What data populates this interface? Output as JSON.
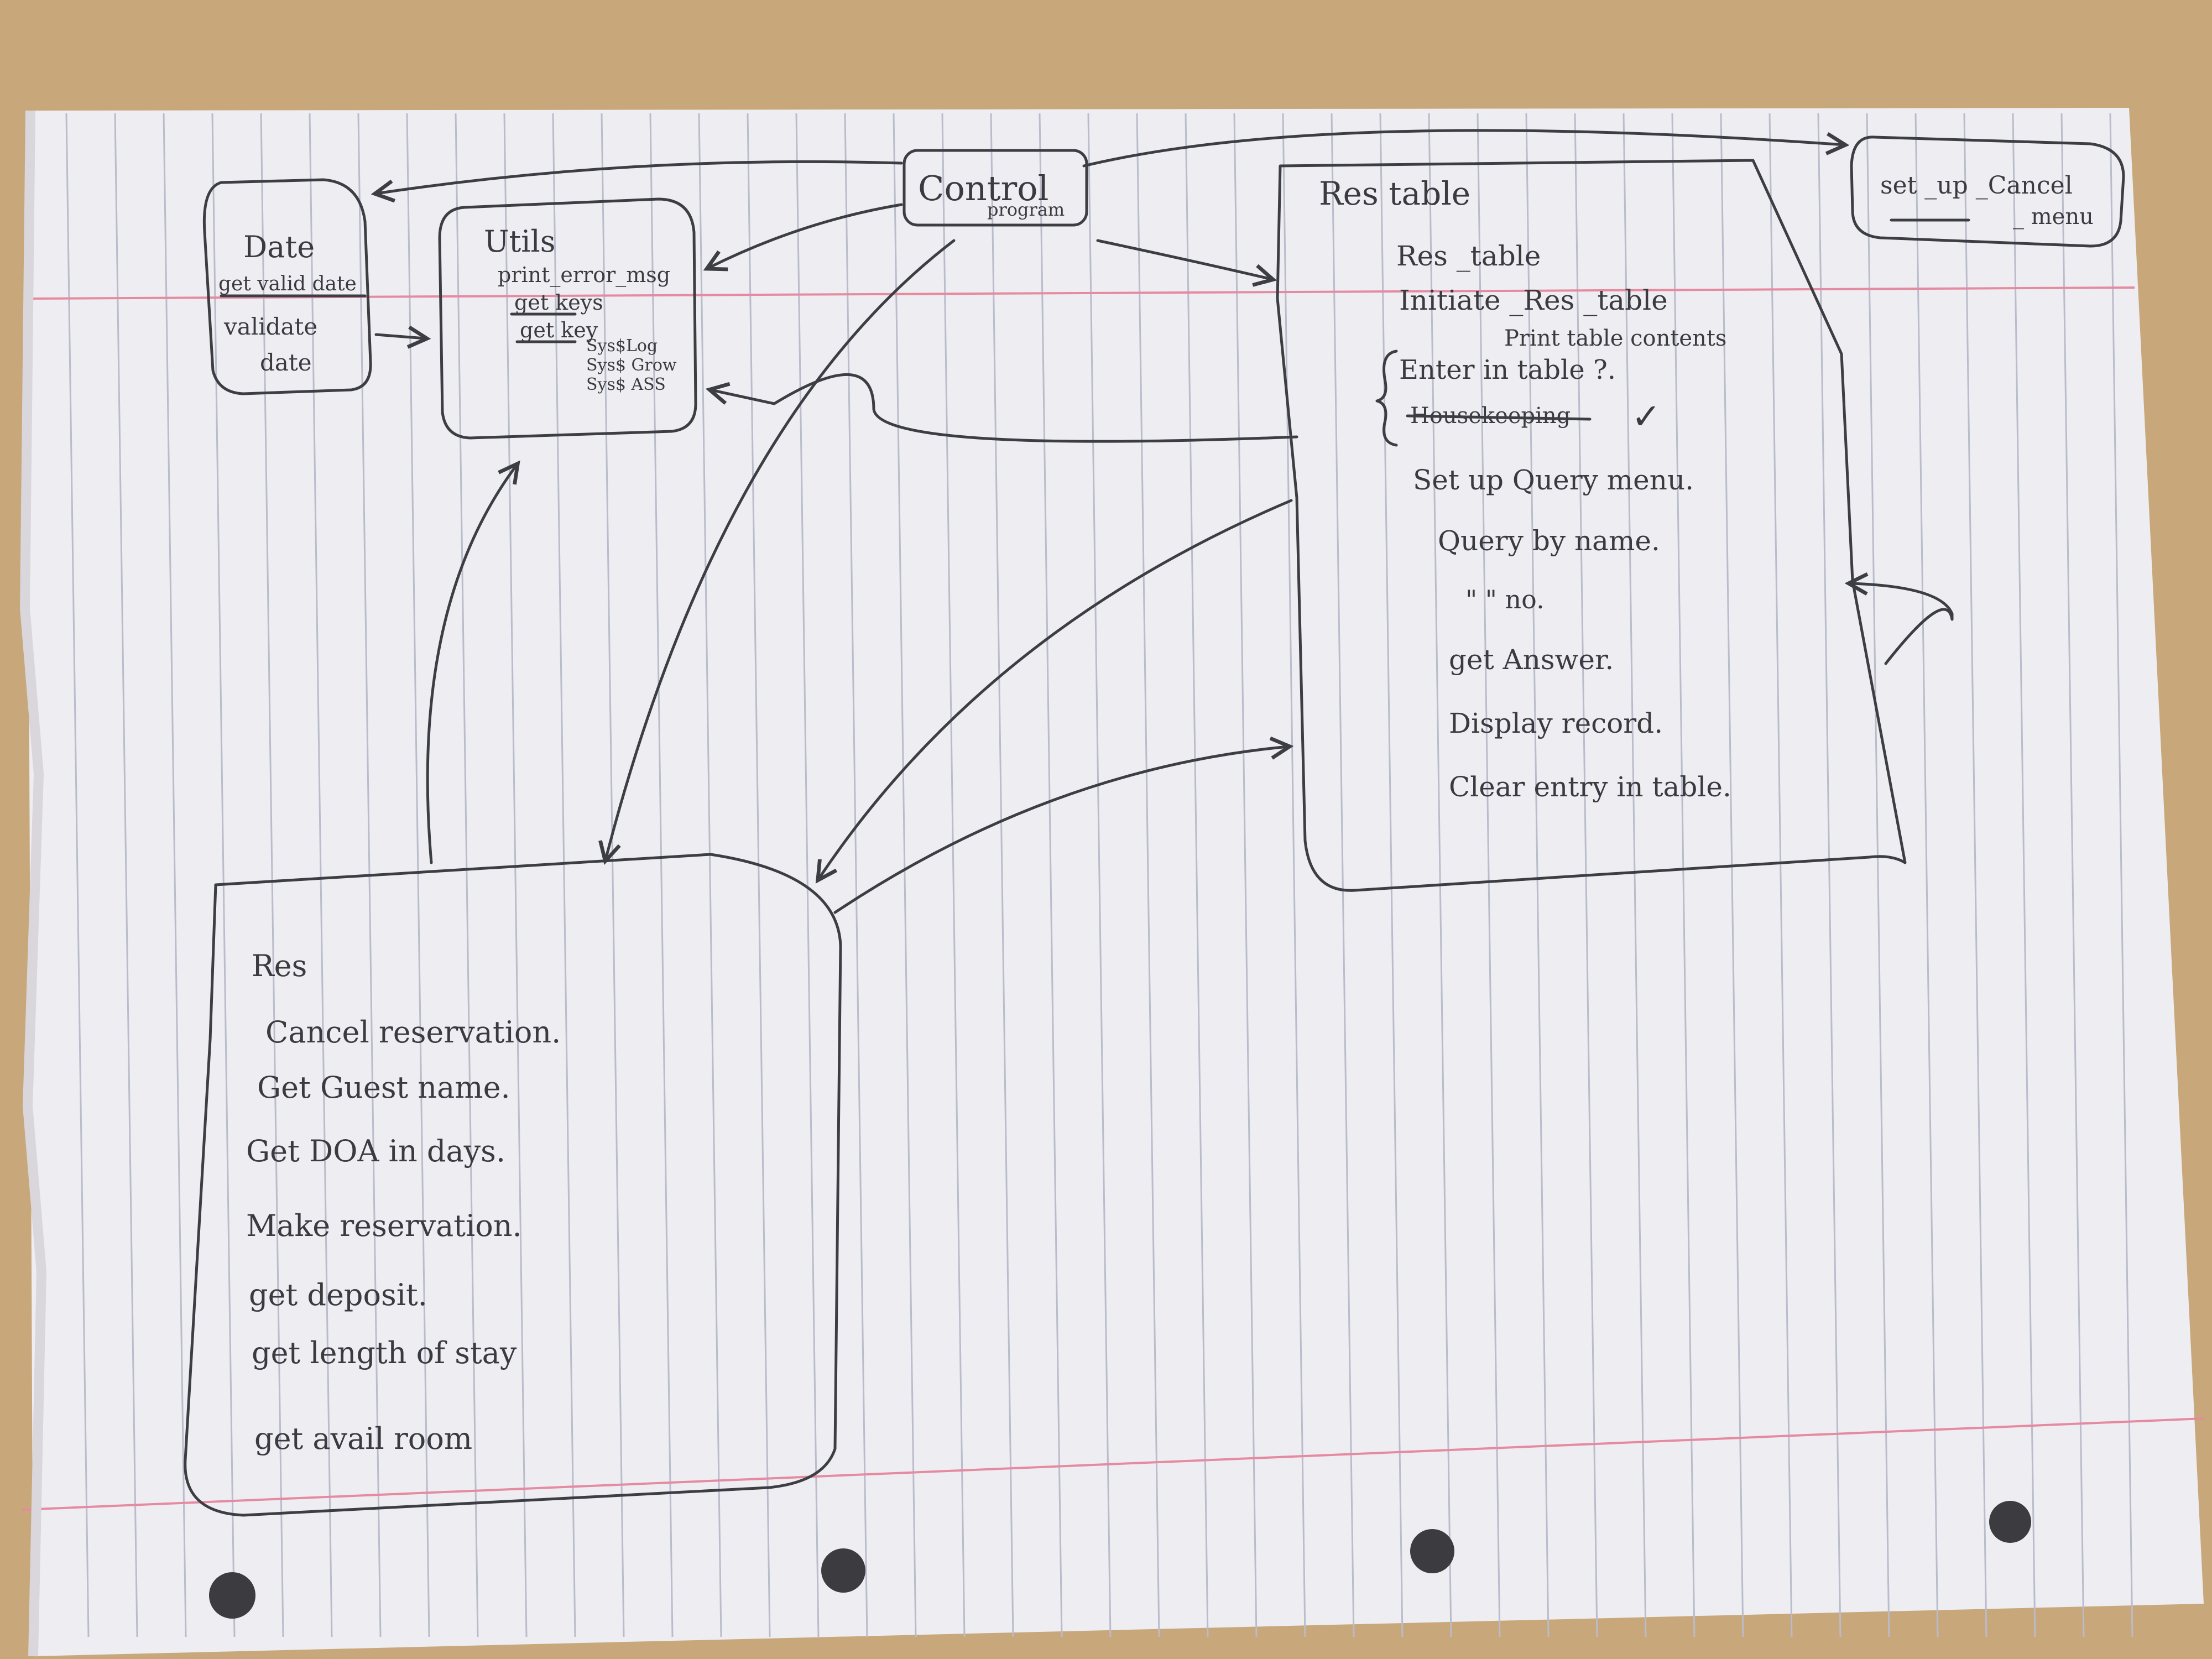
{
  "diagram": {
    "control": {
      "title": "Control",
      "subtitle": "program"
    },
    "date": {
      "title": "Date",
      "items": [
        "get valid date",
        "validate",
        "date"
      ]
    },
    "utils": {
      "title": "Utils",
      "items": [
        "print_error_msg",
        "get keys",
        "get key"
      ],
      "sys_items": [
        "Sys$Log",
        "Sys$ Grow",
        "Sys$ ASS"
      ]
    },
    "setup_cancel": {
      "lines": [
        "set _up _Cancel",
        "_ menu"
      ]
    },
    "res_table": {
      "title": "Res table",
      "items": [
        "Res _table",
        "Initiate _Res _table",
        "Print table contents",
        "Enter in table ?.",
        "Housekeeping",
        "Set up Query menu.",
        "Query by name.",
        "\"  \"  no.",
        "get Answer.",
        "Display record.",
        "Clear entry in table."
      ],
      "check": "✓"
    },
    "res": {
      "title": "Res",
      "items": [
        "Cancel reservation.",
        "Get Guest name.",
        "Get DOA in days.",
        "Make reservation.",
        "get deposit.",
        "get length of stay",
        "get avail room"
      ]
    }
  }
}
